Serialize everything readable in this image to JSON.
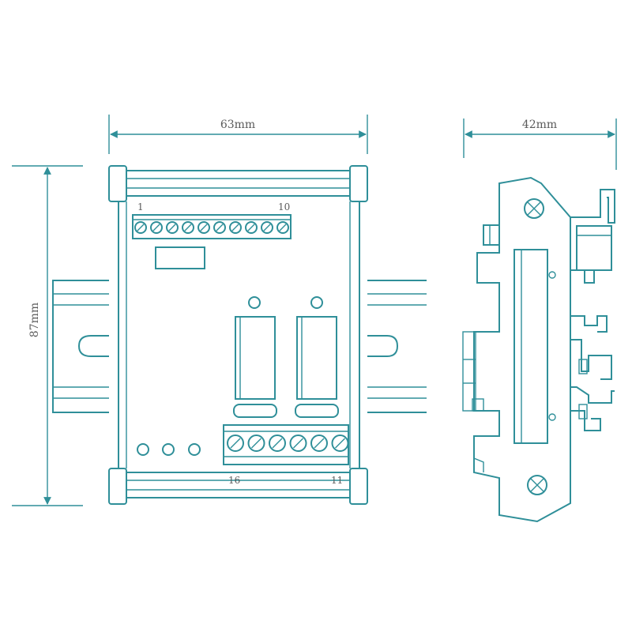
{
  "dimensions": {
    "width": "63mm",
    "depth": "42mm",
    "height": "87mm"
  },
  "terminals": {
    "top_start": "1",
    "top_end": "10",
    "bottom_start": "16",
    "bottom_end": "11",
    "top_count": 10,
    "bottom_count": 6
  },
  "colors": {
    "stroke": "#2f8f99",
    "text": "#5a5a5a"
  }
}
